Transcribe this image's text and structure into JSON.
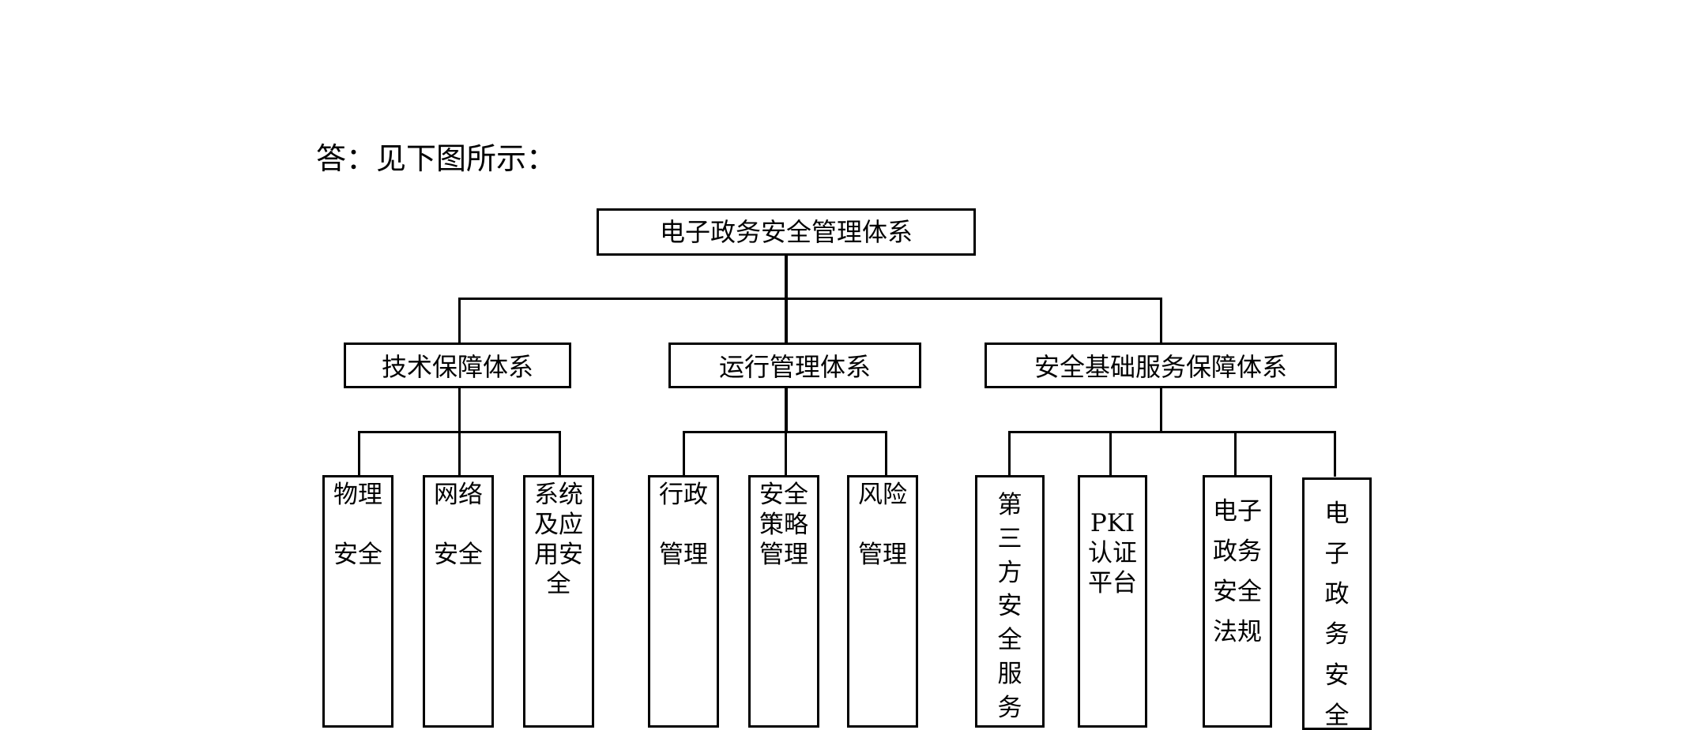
{
  "answer_text": "答：见下图所示：",
  "root": "电子政务安全管理体系",
  "branches": [
    {
      "label": "技术保障体系",
      "leaves": [
        "物理\n\n安全",
        "网络\n\n安全",
        "系统\n及应\n用安\n全"
      ]
    },
    {
      "label": "运行管理体系",
      "leaves": [
        "行政\n\n管理",
        "安全\n策略\n管理",
        "风险\n\n管理"
      ]
    },
    {
      "label": "安全基础服务保障体系",
      "leaves": [
        "第\n三\n方\n安\n全\n服\n务",
        "PKI\n认证\n平台",
        "电子\n政务\n安全\n法规",
        "电\n子\n政\n务\n安\n全"
      ]
    }
  ]
}
